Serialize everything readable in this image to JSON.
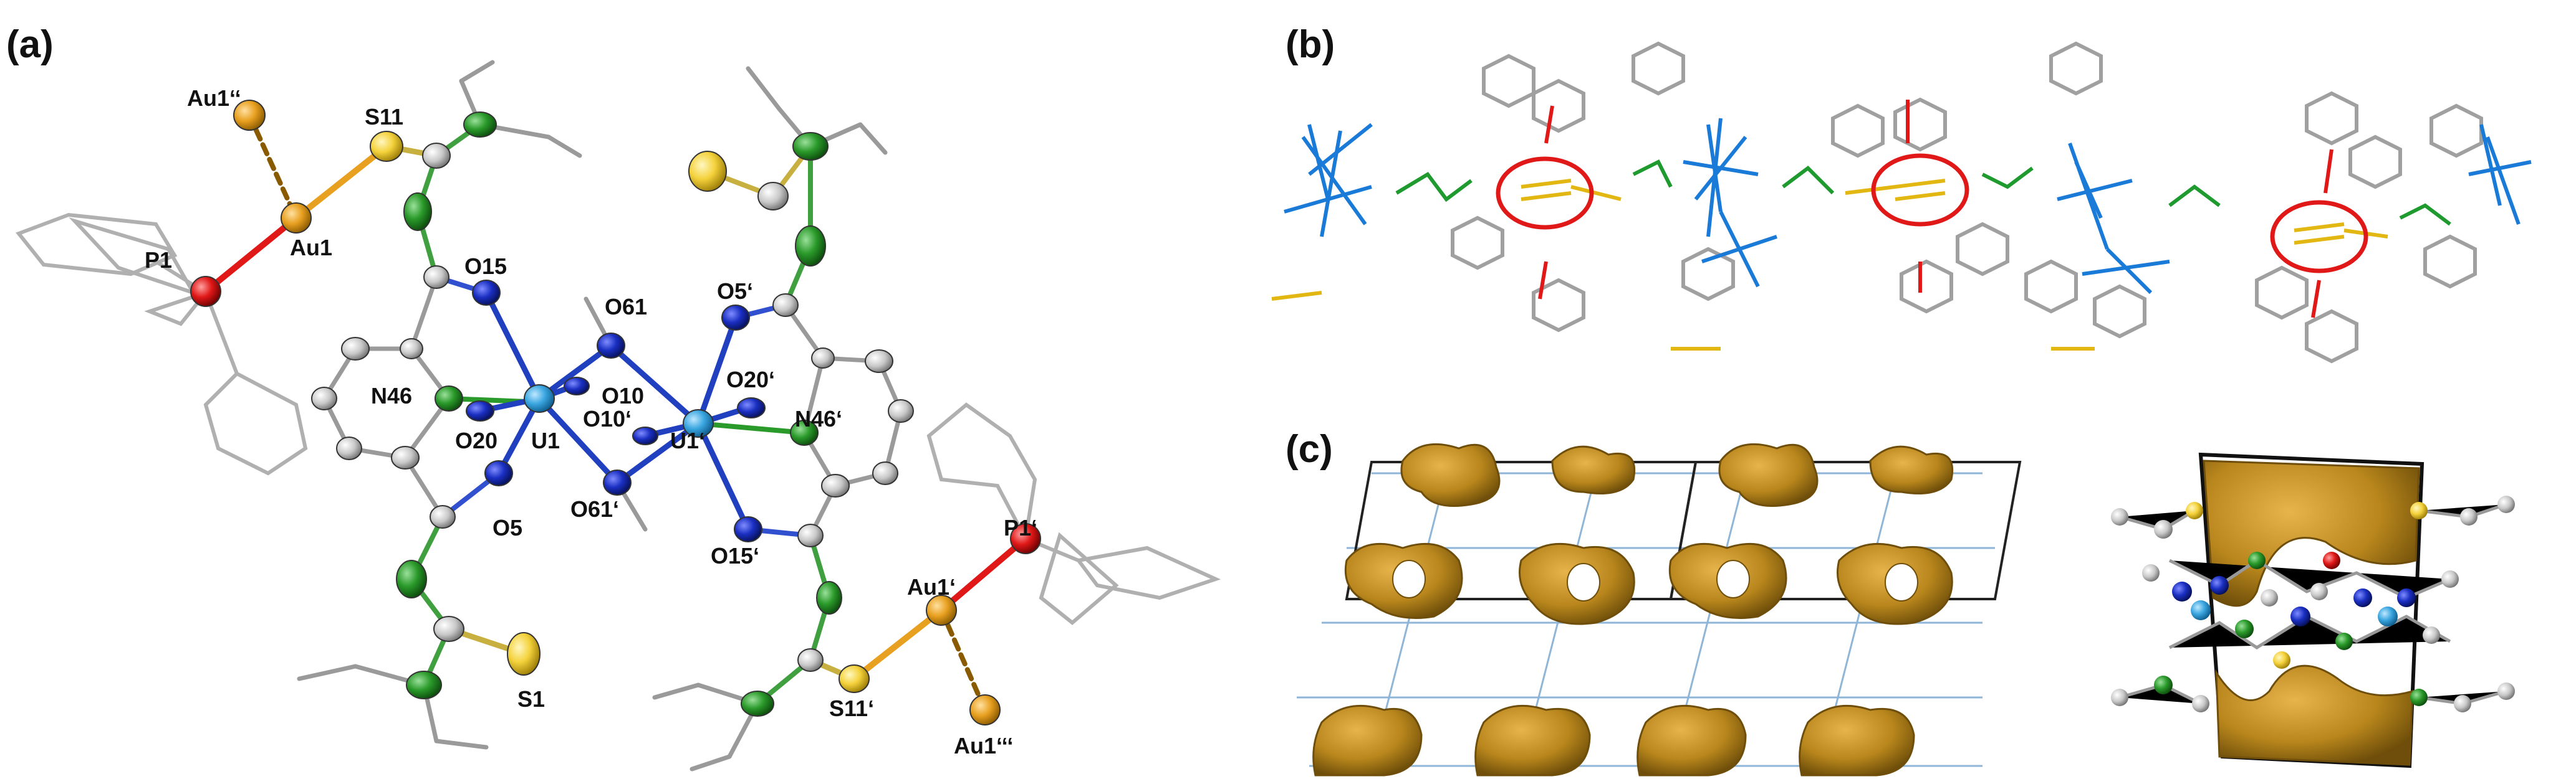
{
  "panels": {
    "a": {
      "label": "(a)",
      "atoms": [
        {
          "id": "au1pp",
          "text": "Au1‘‘"
        },
        {
          "id": "s11",
          "text": "S11"
        },
        {
          "id": "au1",
          "text": "Au1"
        },
        {
          "id": "p1",
          "text": "P1"
        },
        {
          "id": "o15",
          "text": "O15"
        },
        {
          "id": "o61",
          "text": "O61"
        },
        {
          "id": "o5p",
          "text": "O5‘"
        },
        {
          "id": "n46",
          "text": "N46"
        },
        {
          "id": "o10",
          "text": "O10"
        },
        {
          "id": "o20p",
          "text": "O20‘"
        },
        {
          "id": "o10p",
          "text": "O10‘"
        },
        {
          "id": "n46p",
          "text": "N46‘"
        },
        {
          "id": "o20",
          "text": "O20"
        },
        {
          "id": "u1",
          "text": "U1"
        },
        {
          "id": "u1p",
          "text": "U1‘"
        },
        {
          "id": "o61p",
          "text": "O61‘"
        },
        {
          "id": "o5",
          "text": "O5"
        },
        {
          "id": "o15p",
          "text": "O15‘"
        },
        {
          "id": "p1p",
          "text": "P1‘"
        },
        {
          "id": "au1p",
          "text": "Au1‘"
        },
        {
          "id": "s1",
          "text": "S1"
        },
        {
          "id": "s11p",
          "text": "S11‘"
        },
        {
          "id": "au1ppp",
          "text": "Au1‘‘‘"
        }
      ]
    },
    "b": {
      "label": "(b)"
    },
    "c": {
      "label": "(c)"
    }
  },
  "colors": {
    "uranium": "#3aa6e0",
    "oxygen": "#1a2fc2",
    "nitrogen": "#2a9a2a",
    "carbon": "#c8c8c8",
    "sulfur": "#f4d23c",
    "gold": "#e8a020",
    "phosphorus": "#e01818",
    "void": "#b8861c",
    "highlight": "#e01818"
  }
}
